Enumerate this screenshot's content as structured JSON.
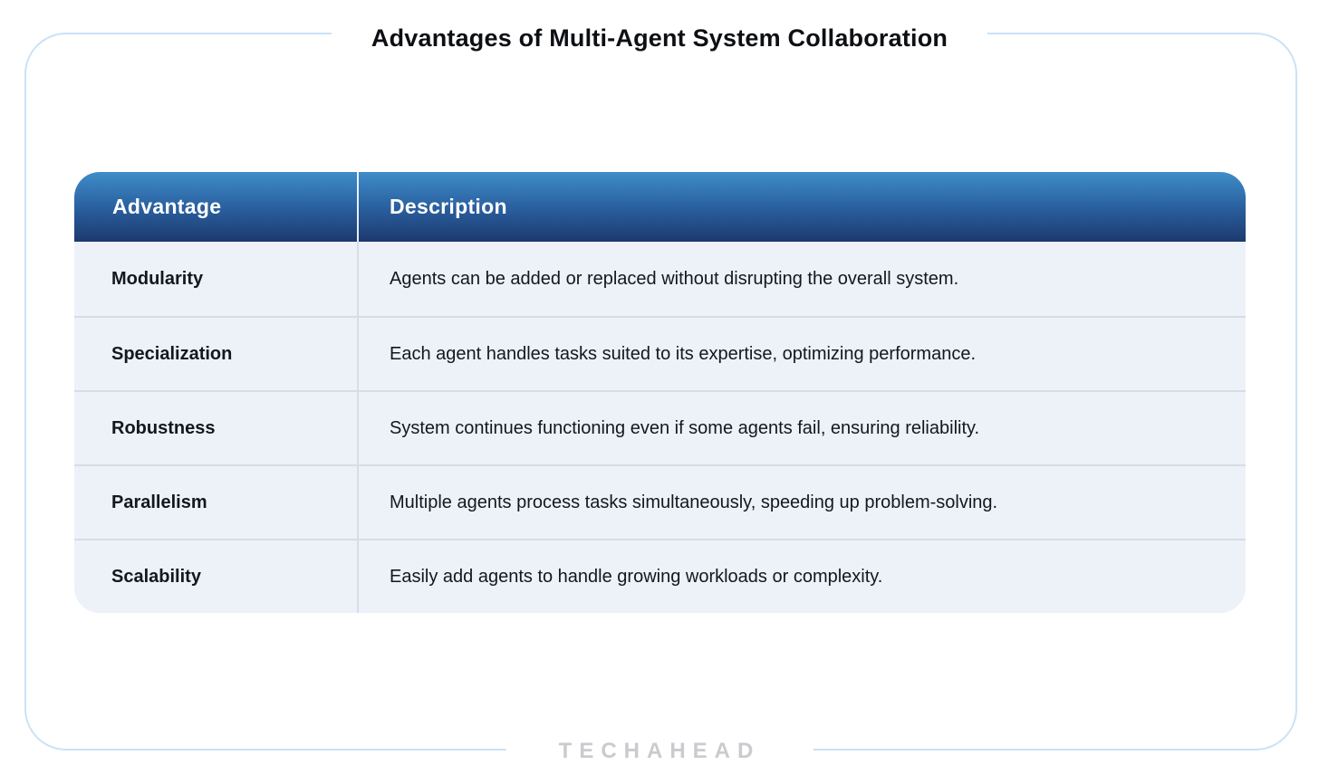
{
  "title": "Advantages of Multi-Agent System Collaboration",
  "brand": "TECHAHEAD",
  "colors": {
    "frame_border": "#c9e2f7",
    "header_grad_top": "#3e8dc9",
    "header_grad_mid": "#2a5f9e",
    "header_grad_bottom": "#1c3a6e",
    "row_bg": "#edf1f8",
    "divider": "#d7dce6",
    "header_text": "#ffffff",
    "body_text": "#14171e",
    "title_text": "#0d0f14",
    "brand_text": "#c9cbce",
    "page_bg": "#ffffff"
  },
  "chart_data": {
    "type": "table",
    "title": "Advantages of Multi-Agent System Collaboration",
    "columns": [
      "Advantage",
      "Description"
    ],
    "rows": [
      [
        "Modularity",
        "Agents can be added or replaced without disrupting the overall system."
      ],
      [
        "Specialization",
        "Each agent handles tasks suited to its expertise, optimizing performance."
      ],
      [
        "Robustness",
        "System continues functioning even if some agents fail, ensuring reliability."
      ],
      [
        "Parallelism",
        "Multiple agents process tasks simultaneously, speeding up problem-solving."
      ],
      [
        "Scalability",
        "Easily add agents to handle growing workloads or complexity."
      ]
    ]
  }
}
